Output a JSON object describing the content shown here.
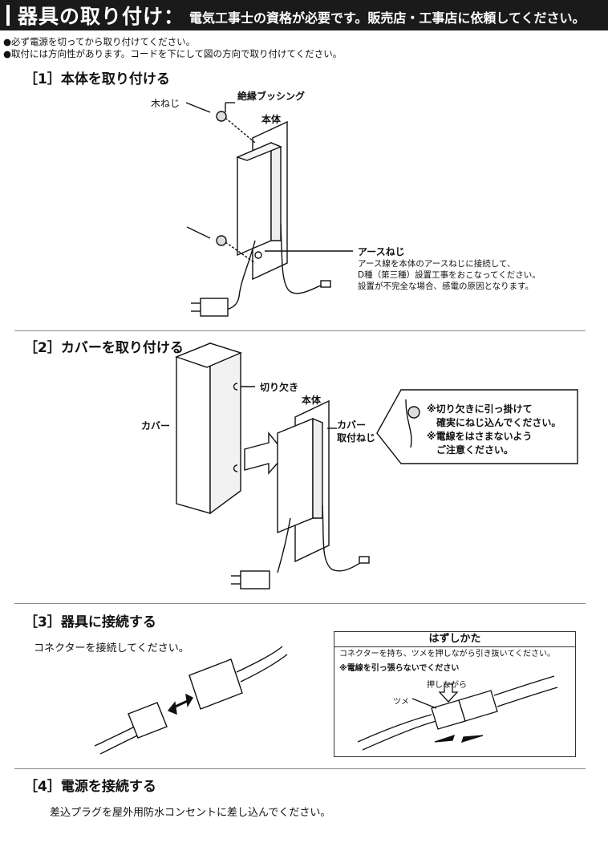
{
  "header": {
    "title": "器具の取り付け：",
    "subtitle": "電気工事士の資格が必要です。販売店・工事店に依頼してください。"
  },
  "notes": [
    "●必ず電源を切ってから取り付けてください。",
    "●取付には方向性があります。コードを下にして図の方向で取り付けてください。"
  ],
  "step1": {
    "title": "［1］本体を取り付ける",
    "label_screw": "木ねじ",
    "label_bushing": "絶縁ブッシング",
    "label_body": "本体",
    "earth_title": "アースねじ",
    "earth_lines": [
      "アース線を本体のアースねじに接続して、",
      "D種（第三種）設置工事をおこなってください。",
      "設置が不完全な場合、感電の原因となります。"
    ]
  },
  "step2": {
    "title": "［2］カバーを取り付ける",
    "label_notch": "切り欠き",
    "label_body": "本体",
    "label_cover": "カバー",
    "label_cover_screw_1": "カバー",
    "label_cover_screw_2": "取付ねじ",
    "callout_lines": [
      "※切り欠きに引っ掛けて",
      "　確実にねじ込んでください。",
      "※電線をはさまないよう",
      "　ご注意ください。"
    ]
  },
  "step3": {
    "title": "［3］器具に接続する",
    "instruction": "コネクターを接続してください。",
    "box_title": "はずしかた",
    "box_desc": "コネクターを持ち、ツメを押しながら引き抜いてください。",
    "box_warn": "※電線を引っ張らないでください",
    "label_press": "押しながら",
    "label_claw": "ツメ"
  },
  "step4": {
    "title": "［4］電源を接続する",
    "instruction": "差込プラグを屋外用防水コンセントに差し込んでください。"
  }
}
